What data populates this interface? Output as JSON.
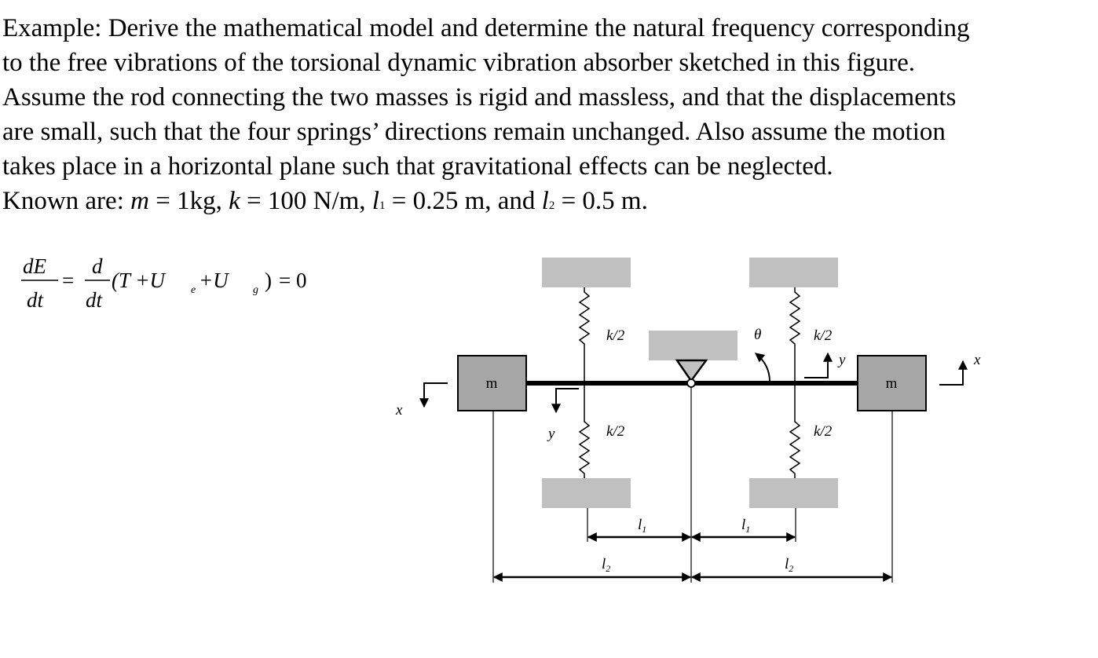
{
  "problem": {
    "line1": "Example: Derive the mathematical model and determine the natural frequency corresponding",
    "line2": "to the free vibrations of the torsional dynamic vibration absorber sketched in this figure.",
    "line3": "Assume the rod connecting the two masses is rigid and massless, and that the displacements",
    "line4": "are small, such that the four springs’ directions remain unchanged. Also assume the motion",
    "line5": "takes place in a horizontal plane such that gravitational effects can be neglected.",
    "known_prefix": "Known are: ",
    "m_sym": "m",
    "m_val": " = 1kg, ",
    "k_sym": "k",
    "k_val": " = 100 N/m, ",
    "l_sym": "l",
    "l1_sub": "1",
    "l1_val": " = 0.25 m, and ",
    "l2_sub": "2",
    "l2_val": " = 0.5 m."
  },
  "equation": {
    "lhs_num": "dE",
    "lhs_den": "dt",
    "eq": "=",
    "d_num": "d",
    "d_den": "dt",
    "body": "(T +U",
    "sub_e": "e",
    "plus": " +U",
    "sub_g": "g",
    "close": ")",
    "rhs": "= 0"
  },
  "figure": {
    "mass_left": "m",
    "mass_right": "m",
    "spring_top_left": "k/2",
    "spring_bottom_left": "k/2",
    "spring_top_right": "k/2",
    "spring_bottom_right": "k/2",
    "theta": "θ",
    "x_left": "x",
    "x_right": "x",
    "y_left": "y",
    "y_right": "y",
    "l1_left": "l",
    "l1_left_sub": "1",
    "l1_right": "l",
    "l1_right_sub": "1",
    "l2_left": "l",
    "l2_left_sub": "2",
    "l2_right": "l",
    "l2_right_sub": "2"
  }
}
